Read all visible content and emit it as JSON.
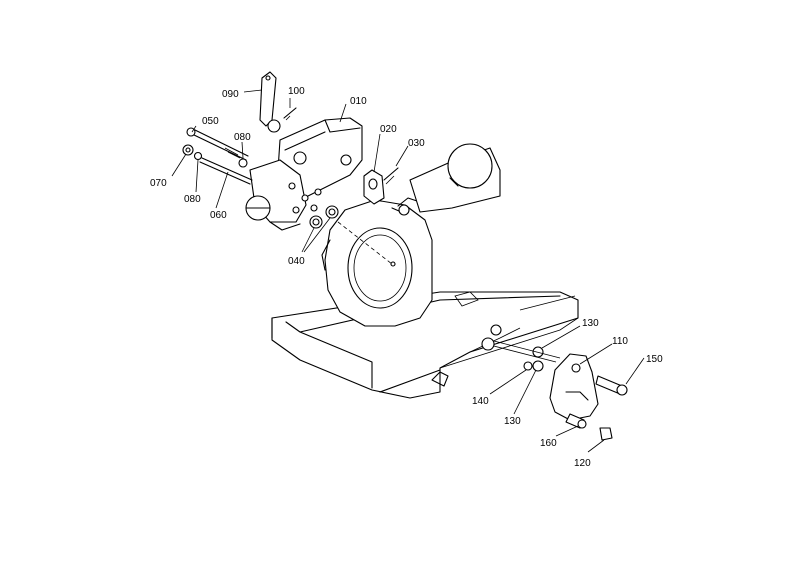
{
  "labels": {
    "p010": "010",
    "p020": "020",
    "p030": "030",
    "p040": "040",
    "p050": "050",
    "p060": "060",
    "p070": "070",
    "p080a": "080",
    "p080b": "080",
    "p090": "090",
    "p100": "100",
    "p110": "110",
    "p120": "120",
    "p130a": "130",
    "p130b": "130",
    "p140": "140",
    "p150": "150",
    "p160": "160"
  }
}
